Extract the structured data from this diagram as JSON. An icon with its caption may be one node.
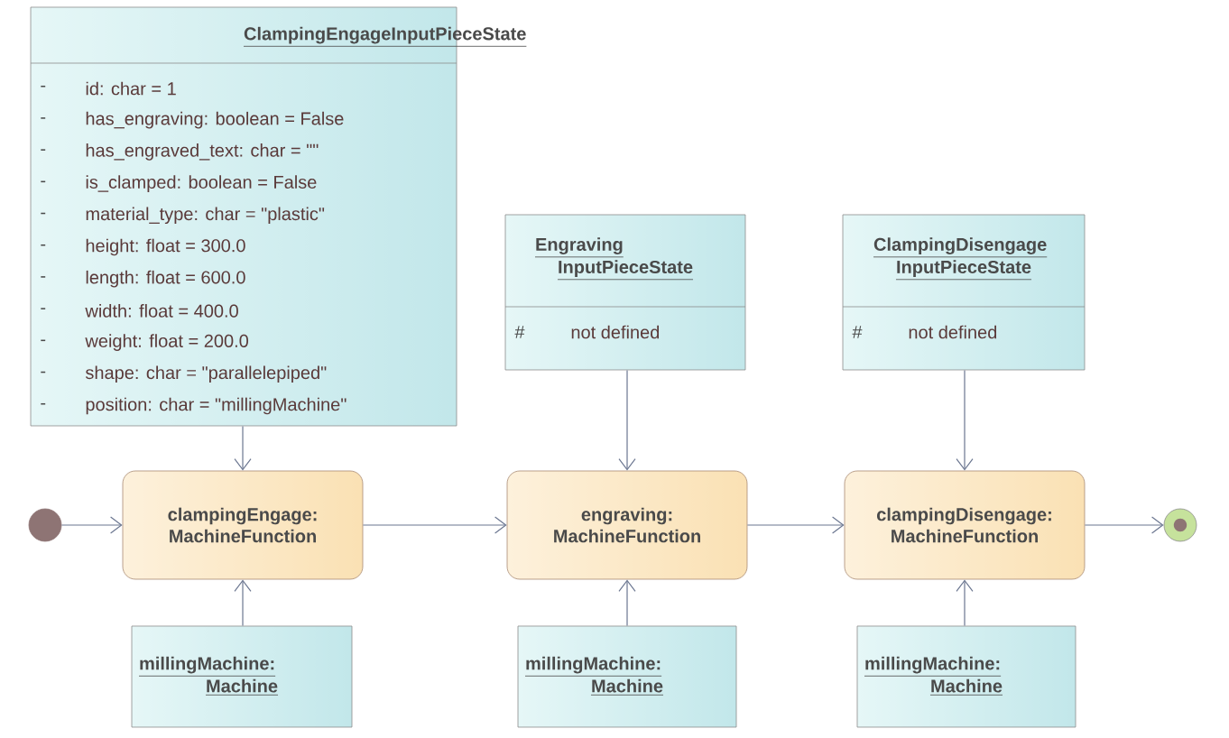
{
  "diagram": {
    "nodes": [
      {
        "text": [
          "ClampingEngageInputPieceState",
          "-",
          "id: char = 1",
          "-",
          "has_engraving: boolean = False",
          "-",
          "has_engraved_text: char = \"\"",
          "-",
          "is_clamped: boolean = False",
          "-",
          "material_type: char = \"plastic\"",
          "-",
          "height: float = 300.0",
          "-",
          "length: float = 600.0",
          "-",
          "width: float = 400.0",
          "-",
          "weight: float = 200.0",
          "-",
          "shape: char = \"parallelepiped\"",
          "-",
          "position: char = \"millingMachine\""
        ]
      },
      {
        "text": [
          "Engraving InputPieceState",
          "#",
          "not defined"
        ]
      },
      {
        "text": [
          "ClampingDisengage InputPieceState",
          "#",
          "not defined"
        ]
      },
      {
        "text": [],
        "shape": "circle"
      },
      {
        "text": [
          "clampingEngage: MachineFunction"
        ]
      },
      {
        "text": [
          "engraving: MachineFunction"
        ]
      },
      {
        "text": [
          "clampingDisengage: MachineFunction"
        ]
      },
      {
        "text": [],
        "shape": "circle"
      },
      {
        "text": [
          "millingMachine: Machine"
        ]
      },
      {
        "text": [
          "millingMachine: Machine"
        ]
      },
      {
        "text": [
          "millingMachine: Machine"
        ]
      }
    ],
    "edges": [
      {
        "from": 0,
        "to": 4,
        "arrow": "to"
      },
      {
        "from": 1,
        "to": 5,
        "arrow": "to"
      },
      {
        "from": 2,
        "to": 6,
        "arrow": "to"
      },
      {
        "from": 3,
        "to": 4,
        "arrow": "to"
      },
      {
        "from": 4,
        "to": 5,
        "arrow": "to"
      },
      {
        "from": 5,
        "to": 6,
        "arrow": "to"
      },
      {
        "from": 6,
        "to": 7,
        "arrow": "to"
      },
      {
        "from": 8,
        "to": 4,
        "arrow": "to"
      },
      {
        "from": 9,
        "to": 5,
        "arrow": "to"
      },
      {
        "from": 10,
        "to": 6,
        "arrow": "to"
      }
    ]
  }
}
